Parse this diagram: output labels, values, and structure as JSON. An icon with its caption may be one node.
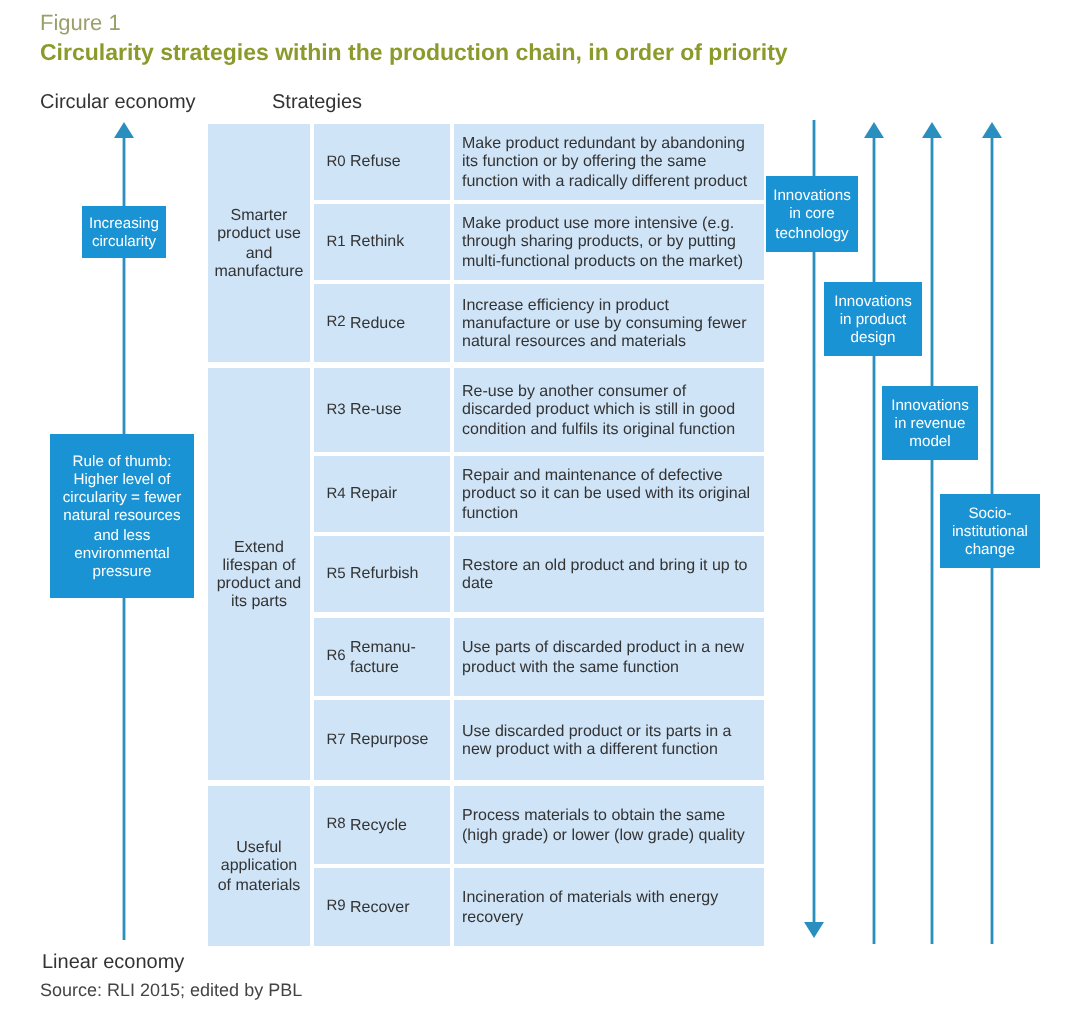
{
  "diagram": {
    "title": "Circularity strategies within the production chain, in order of priority",
    "caption": "Source: RLI 2015; edited by PBL",
    "nodes": [
      {
        "text": [
          "Increasing circularity"
        ]
      },
      {
        "text": [
          "Rule of thumb: Higher level of circularity = fewer natural resources and less environmental pressure"
        ]
      },
      {
        "text": [
          "Smarter product use and manufacture"
        ]
      },
      {
        "text": [
          "R0",
          "Refuse"
        ]
      },
      {
        "text": [
          "Make product redundant by abandoning its function or by offering the same function with a radically different product"
        ]
      },
      {
        "text": [
          "R1",
          "Rethink"
        ]
      },
      {
        "text": [
          "Make product use more intensive (e.g. through sharing products, or by putting multi-functional products on the market)"
        ]
      },
      {
        "text": [
          "R2",
          "Reduce"
        ]
      },
      {
        "text": [
          "Increase efficiency in product manufacture or use by consuming fewer natural resources and materials"
        ]
      },
      {
        "text": [
          "Extend lifespan of product and its parts"
        ]
      },
      {
        "text": [
          "R3",
          "Re-use"
        ]
      },
      {
        "text": [
          "Re-use by another consumer of discarded product which is still in good condition and fulfils its original function"
        ]
      },
      {
        "text": [
          "R4",
          "Repair"
        ]
      },
      {
        "text": [
          "Repair and maintenance of defective product so it can be used with its original function"
        ]
      },
      {
        "text": [
          "R5",
          "Refurbish"
        ]
      },
      {
        "text": [
          "Restore an old product and bring it up to date"
        ]
      },
      {
        "text": [
          "R6",
          "Remanu- facture"
        ]
      },
      {
        "text": [
          "Use parts of discarded product in a new product with the same function"
        ]
      },
      {
        "text": [
          "R7",
          "Repurpose"
        ]
      },
      {
        "text": [
          "Use discarded product or its parts in a new product with a different function"
        ]
      },
      {
        "text": [
          "Useful application of materials"
        ]
      },
      {
        "text": [
          "R8",
          "Recycle"
        ]
      },
      {
        "text": [
          "Process materials to obtain the same (high grade) or lower (low grade) quality"
        ]
      },
      {
        "text": [
          "R9",
          "Recover"
        ]
      },
      {
        "text": [
          "Incineration of materials with energy recovery"
        ]
      },
      {
        "text": [
          "Innovations in core technology"
        ]
      },
      {
        "text": [
          "Innovations in product design"
        ]
      },
      {
        "text": [
          "Innovations in revenue model"
        ]
      },
      {
        "text": [
          "Socio-institutional change"
        ]
      }
    ],
    "labels": [
      "Figure 1",
      "Circular economy",
      "Strategies",
      "Linear economy"
    ]
  }
}
